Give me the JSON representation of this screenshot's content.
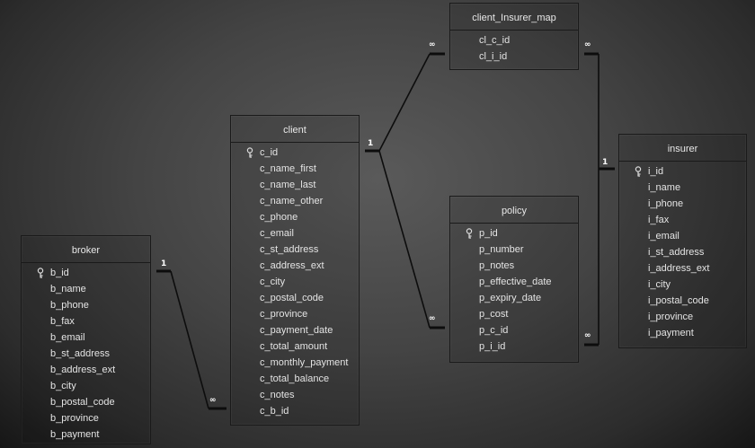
{
  "tables": {
    "client_insurer_map": {
      "title": "client_Insurer_map",
      "fields": [
        "cl_c_id",
        "cl_i_id"
      ]
    },
    "client": {
      "title": "client",
      "fields": [
        "c_id",
        "c_name_first",
        "c_name_last",
        "c_name_other",
        "c_phone",
        "c_email",
        "c_st_address",
        "c_address_ext",
        "c_city",
        "c_postal_code",
        "c_province",
        "c_payment_date",
        "c_total_amount",
        "c_monthly_payment",
        "c_total_balance",
        "c_notes",
        "c_b_id"
      ],
      "key_field": "c_id"
    },
    "insurer": {
      "title": "insurer",
      "fields": [
        "i_id",
        "i_name",
        "i_phone",
        "i_fax",
        "i_email",
        "i_st_address",
        "i_address_ext",
        "i_city",
        "i_postal_code",
        "i_province",
        "i_payment"
      ],
      "key_field": "i_id"
    },
    "policy": {
      "title": "policy",
      "fields": [
        "p_id",
        "p_number",
        "p_notes",
        "p_effective_date",
        "p_expiry_date",
        "p_cost",
        "p_c_id",
        "p_i_id"
      ],
      "key_field": "p_id"
    },
    "broker": {
      "title": "broker",
      "fields": [
        "b_id",
        "b_name",
        "b_phone",
        "b_fax",
        "b_email",
        "b_st_address",
        "b_address_ext",
        "b_city",
        "b_postal_code",
        "b_province",
        "b_payment"
      ],
      "key_field": "b_id"
    }
  },
  "relationships": [
    {
      "from": "client",
      "to": "client_insurer_map",
      "from_card": "1",
      "to_card": "∞"
    },
    {
      "from": "client",
      "to": "policy",
      "from_card": "1",
      "to_card": "∞"
    },
    {
      "from": "insurer",
      "to": "client_insurer_map",
      "from_card": "1",
      "to_card": "∞"
    },
    {
      "from": "insurer",
      "to": "policy",
      "from_card": "1",
      "to_card": "∞"
    },
    {
      "from": "broker",
      "to": "client",
      "from_card": "1",
      "to_card": "∞"
    }
  ],
  "icons": {
    "primary_key": "key-icon"
  },
  "colors": {
    "line": "#0d0d0d",
    "text": "#e6e6e6"
  }
}
